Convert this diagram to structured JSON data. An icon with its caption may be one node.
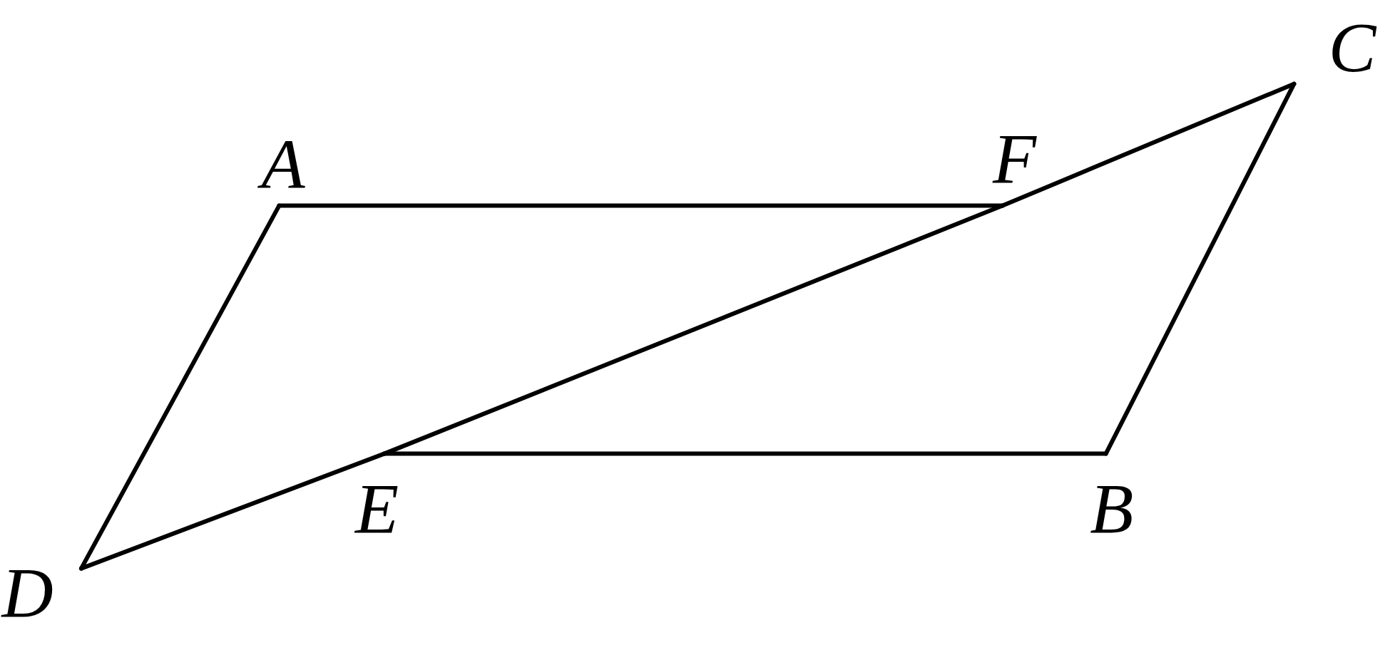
{
  "diagram": {
    "nodes": [
      {
        "text": [
          "A"
        ]
      },
      {
        "text": [
          "F"
        ]
      },
      {
        "text": [
          "C"
        ]
      },
      {
        "text": [
          "D"
        ]
      },
      {
        "text": [
          "E"
        ]
      },
      {
        "text": [
          "B"
        ]
      }
    ],
    "edges": [
      {
        "from": 0,
        "to": 1,
        "arrow": "none"
      },
      {
        "from": 0,
        "to": 3,
        "arrow": "none"
      },
      {
        "from": 3,
        "to": 4,
        "arrow": "none"
      },
      {
        "from": 4,
        "to": 1,
        "arrow": "none"
      },
      {
        "from": 1,
        "to": 2,
        "arrow": "none"
      },
      {
        "from": 2,
        "to": 5,
        "arrow": "none"
      },
      {
        "from": 5,
        "to": 4,
        "arrow": "none"
      }
    ]
  }
}
